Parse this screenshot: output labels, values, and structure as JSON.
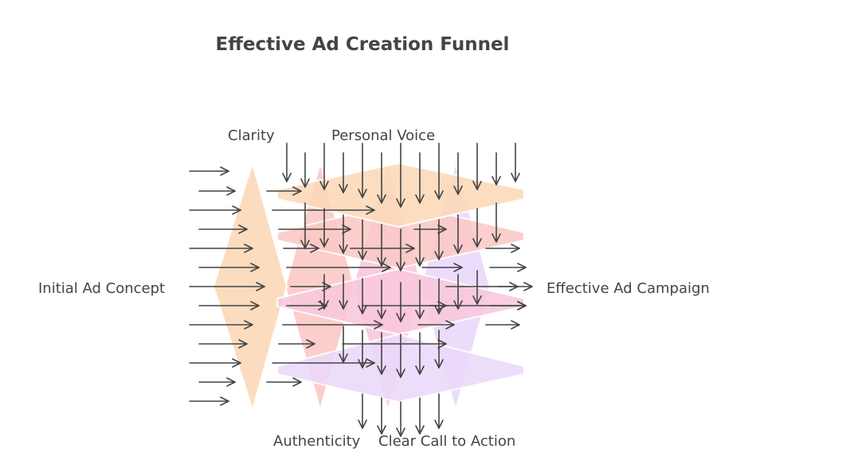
{
  "title": "Effective Ad Creation Funnel",
  "labels": {
    "input": "Initial Ad Concept",
    "output": "Effective Ad Campaign",
    "clarity": "Clarity",
    "personal_voice": "Personal Voice",
    "authenticity": "Authenticity",
    "call_to_action": "Clear Call to Action"
  },
  "colors": {
    "stage_1": "#fcd9b8",
    "stage_2": "#fbc9c6",
    "stage_3": "#f9c8dc",
    "stage_4": "#ead9fb",
    "arrow": "#444444",
    "text": "#444444"
  }
}
